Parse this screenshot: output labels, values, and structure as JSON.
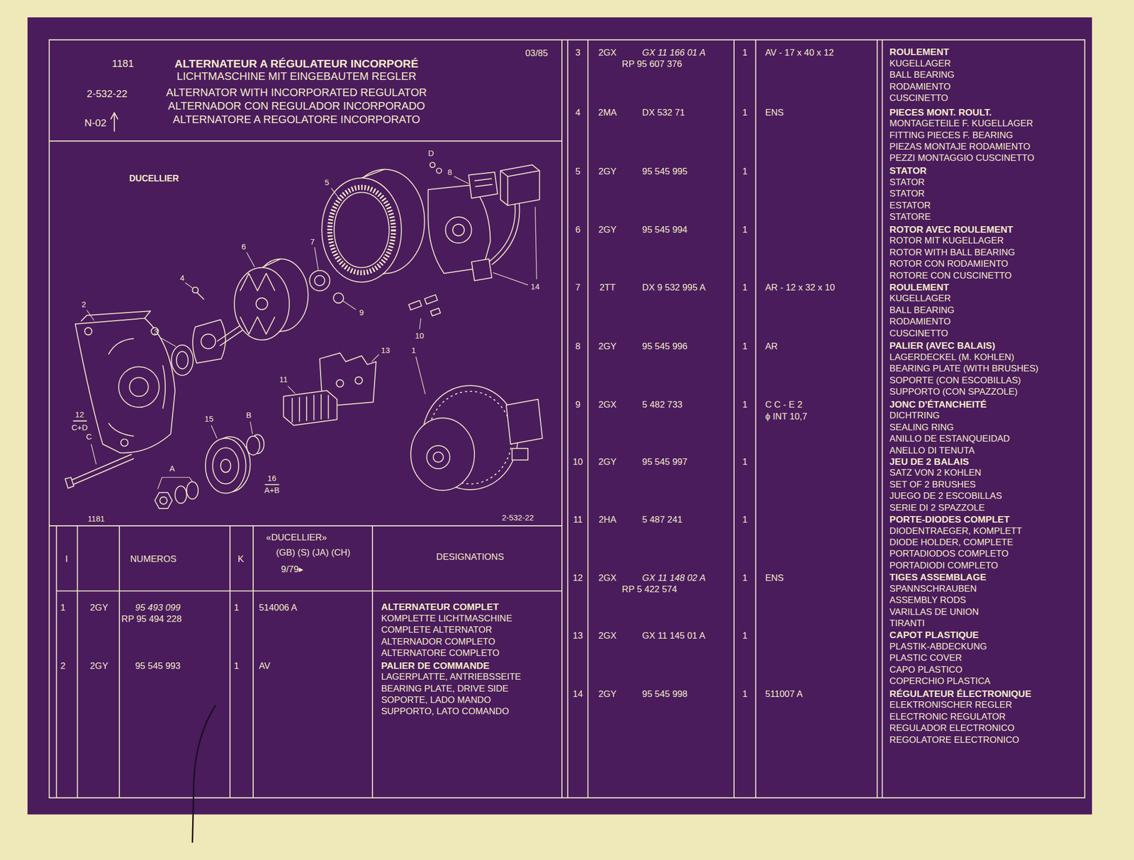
{
  "diagram": {
    "title": "ALTERNATEUR A RÉGULATEUR INCORPORÉ",
    "labels": [
      "LICHTMASCHINE MIT EINGEBAUTEM REGLER",
      "ALTERNATOR WITH INCORPORATED REGULATOR",
      "ALTERNADOR CON REGULADOR INCORPORADO",
      "ALTERNATORE A REGOLATORE INCORPORATO",
      "1181",
      "2-532-22",
      "N-02",
      "03/85",
      "DUCELLIER",
      "5",
      "D",
      "8",
      "6",
      "4",
      "7",
      "2",
      "3",
      "9",
      "14",
      "10",
      "13",
      "11",
      "1",
      "12",
      "C+D",
      "C",
      "15",
      "B",
      "A",
      "16",
      "A+B",
      "1181",
      "2-532-22",
      "I",
      "NUMEROS",
      "K",
      "«DUCELLIER»",
      "(GB) (S) (JA) (CH)",
      "9/79▸",
      "DESIGNATIONS",
      "1",
      "2GY",
      "95 493 099",
      "RP 95 494 228",
      "1",
      "514006 A",
      "ALTERNATEUR COMPLET",
      "KOMPLETTE LICHTMASCHINE",
      "COMPLETE ALTERNATOR",
      "ALTERNADOR COMPLETO",
      "ALTERNATORE COMPLETO",
      "2",
      "2GY",
      "95 545 993",
      "1",
      "AV",
      "PALIER DE COMMANDE",
      "LAGERPLATTE, ANTRIEBSSEITE",
      "BEARING PLATE, DRIVE SIDE",
      "SOPORTE, LADO MANDO",
      "SUPPORTO, LATO COMANDO",
      "3",
      "2GX",
      "GX 11 166 01 A",
      "RP 95 607 376",
      "1",
      "AV - 17 x 40 x 12",
      "ROULEMENT",
      "KUGELLAGER",
      "BALL BEARING",
      "RODAMIENTO",
      "CUSCINETTO",
      "4",
      "2MA",
      "DX 532 71",
      "1",
      "ENS",
      "PIECES MONT. ROULT.",
      "MONTAGETEILE F. KUGELLAGER",
      "FITTING PIECES F. BEARING",
      "PIEZAS MONTAJE RODAMIENTO",
      "PEZZI MONTAGGIO CUSCINETTO",
      "5",
      "2GY",
      "95 545 995",
      "1",
      "STATOR",
      "STATOR",
      "STATOR",
      "ESTATOR",
      "STATORE",
      "6",
      "2GY",
      "95 545 994",
      "1",
      "ROTOR AVEC ROULEMENT",
      "ROTOR MIT KUGELLAGER",
      "ROTOR WITH BALL BEARING",
      "ROTOR CON RODAMIENTO",
      "ROTORE CON CUSCINETTO",
      "7",
      "2TT",
      "DX 9 532 995 A",
      "1",
      "AR - 12 x 32 x 10",
      "ROULEMENT",
      "KUGELLAGER",
      "BALL BEARING",
      "RODAMIENTO",
      "CUSCINETTO",
      "8",
      "2GY",
      "95 545 996",
      "1",
      "AR",
      "PALIER (AVEC BALAIS)",
      "LAGERDECKEL (M. KOHLEN)",
      "BEARING PLATE (WITH BRUSHES)",
      "SOPORTE (CON ESCOBILLAS)",
      "SUPPORTO (CON SPAZZOLE)",
      "9",
      "2GX",
      "5 482 733",
      "1",
      "C C - E 2",
      "ϕ INT 10,7",
      "JONC D'ÉTANCHEITÉ",
      "DICHTRING",
      "SEALING RING",
      "ANILLO DE ESTANQUEIDAD",
      "ANELLO DI TENUTA",
      "10",
      "2GY",
      "95 545 997",
      "1",
      "JEU DE 2 BALAIS",
      "SATZ VON 2 KOHLEN",
      "SET OF 2 BRUSHES",
      "JUEGO DE 2 ESCOBILLAS",
      "SERIE DI 2 SPAZZOLE",
      "11",
      "2HA",
      "5 487 241",
      "1",
      "PORTE-DIODES COMPLET",
      "DIODENTRAEGER, KOMPLETT",
      "DIODE HOLDER, COMPLETE",
      "PORTADIODOS COMPLETO",
      "PORTADIODI COMPLETO",
      "12",
      "2GX",
      "GX 11 148 02 A",
      "RP 5 422 574",
      "1",
      "ENS",
      "TIGES ASSEMBLAGE",
      "SPANNSCHRAUBEN",
      "ASSEMBLY RODS",
      "VARILLAS DE UNION",
      "TIRANTI",
      "13",
      "2GX",
      "GX 11 145 01 A",
      "1",
      "CAPOT PLASTIQUE",
      "PLASTIK-ABDECKUNG",
      "PLASTIC COVER",
      "CAPO PLASTICO",
      "COPERCHIO PLASTICA",
      "14",
      "2GY",
      "95 545 998",
      "1",
      "511007 A",
      "RÉGULATEUR ÉLECTRONIQUE",
      "ELEKTRONISCHER REGLER",
      "ELECTRONIC REGULATOR",
      "REGULADOR ELECTRONICO",
      "REGOLATORE ELECTRONICO"
    ]
  }
}
